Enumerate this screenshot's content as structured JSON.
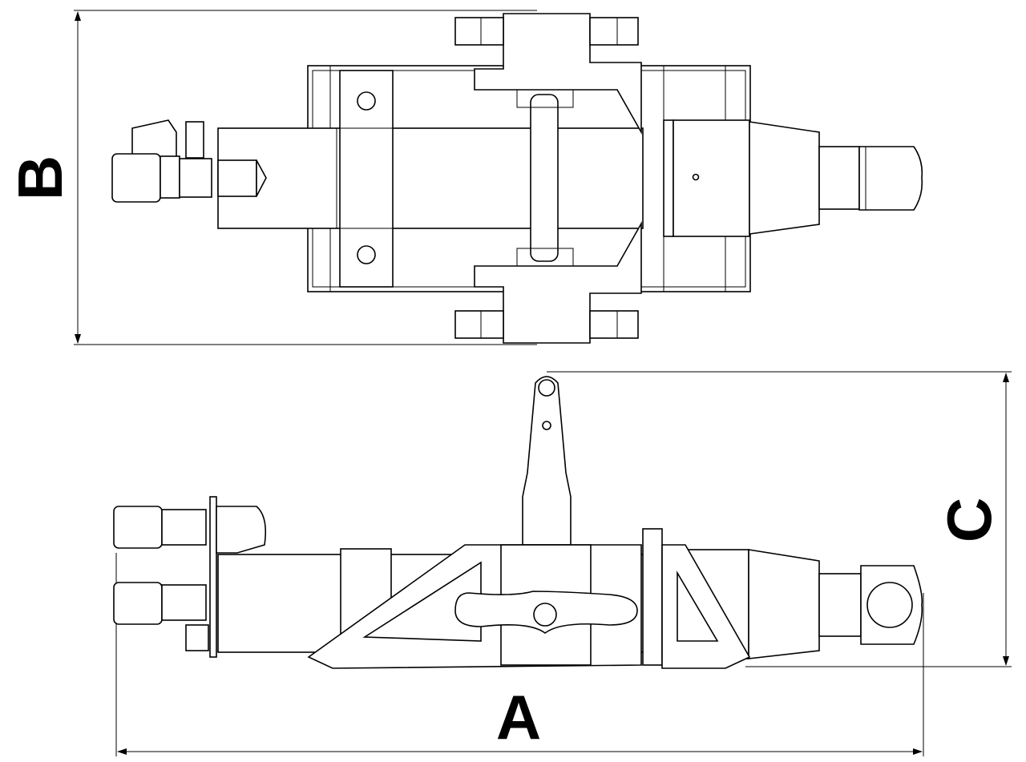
{
  "dimensions": {
    "a_label": "A",
    "b_label": "B",
    "c_label": "C"
  },
  "colors": {
    "line": "#000000",
    "background": "#ffffff"
  }
}
